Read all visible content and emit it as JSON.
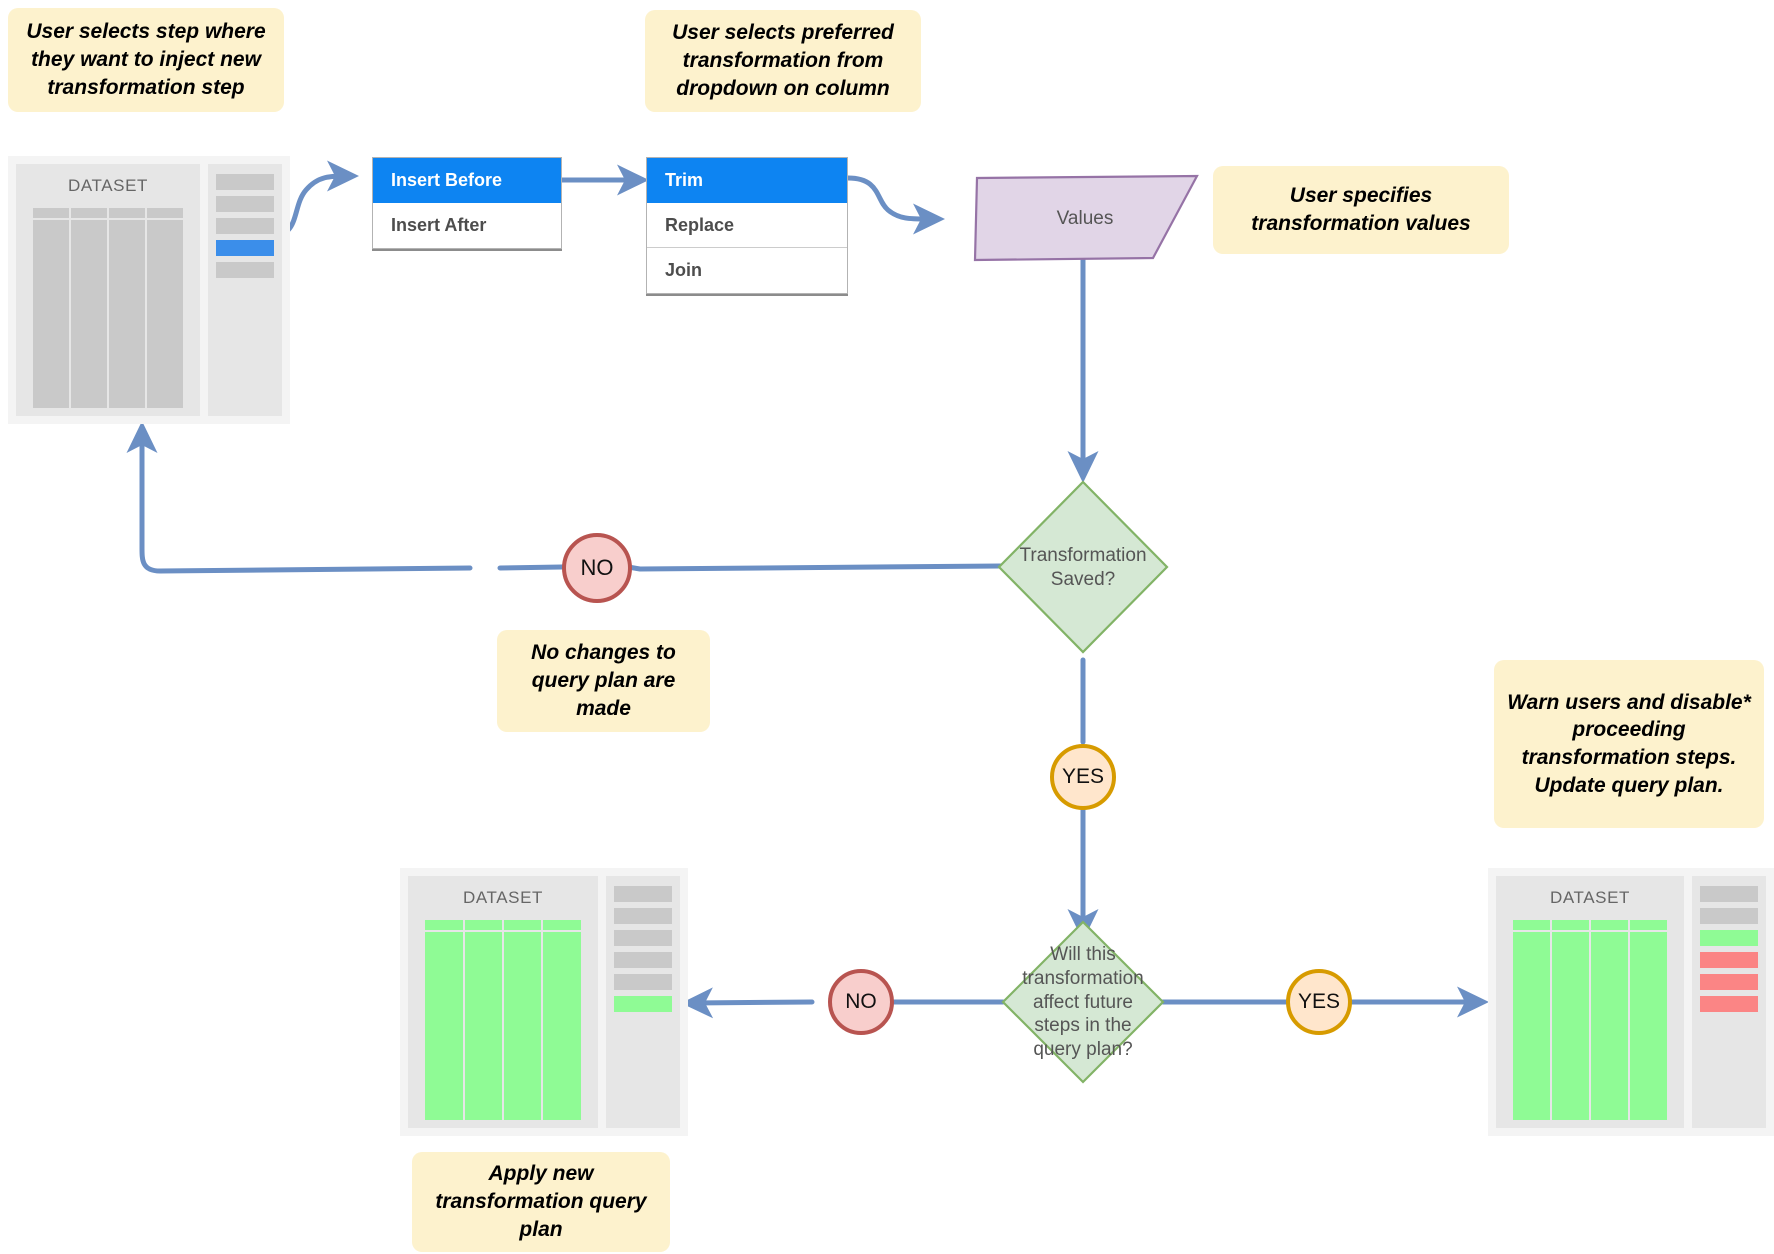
{
  "diagram": {
    "title": "Transformation step injection flow",
    "colors": {
      "note_bg": "#fdf2cd",
      "arrow": "#6b8fc4",
      "menu_selected": "#0d84f2",
      "decision_fill": "#d5e8d4",
      "decision_stroke": "#82b366",
      "data_fill": "#e1d5e7",
      "data_stroke": "#9673a6",
      "no_fill": "#f8cecc",
      "no_stroke": "#b85450",
      "yes_fill": "#ffe6cc",
      "yes_stroke": "#d79b00",
      "dataset_green": "#8ffb95",
      "dataset_red": "#fb8585",
      "dataset_gray": "#c9c9c9"
    }
  },
  "notes": {
    "select_step": "User selects step where they want to inject new transformation step",
    "select_transformation": "User selects preferred transformation from dropdown on column",
    "specify_values": "User specifies transformation values",
    "no_changes": "No changes to query plan are made",
    "warn_users": "Warn users and disable* proceeding transformation steps. Update query plan.",
    "apply_plan": "Apply new transformation query plan"
  },
  "menus": {
    "insert": {
      "name": "insert-position-menu",
      "items": [
        {
          "label": "Insert Before",
          "selected": true
        },
        {
          "label": "Insert After",
          "selected": false
        }
      ]
    },
    "transformation": {
      "name": "transformation-menu",
      "items": [
        {
          "label": "Trim",
          "selected": true
        },
        {
          "label": "Replace",
          "selected": false
        },
        {
          "label": "Join",
          "selected": false
        }
      ]
    }
  },
  "shapes": {
    "values": "Values",
    "decision_saved": "Transformation Saved?",
    "decision_future": "Will this transformation affect future steps in the query plan?"
  },
  "badges": {
    "no_top": "NO",
    "yes_mid": "YES",
    "no_bottom": "NO",
    "yes_bottom": "YES"
  },
  "datasets": {
    "source": {
      "title": "DATASET",
      "column_count": 4,
      "column_color": "#c9c9c9",
      "steps": [
        "gray",
        "gray",
        "gray",
        "blue",
        "gray"
      ]
    },
    "applied": {
      "title": "DATASET",
      "column_count": 4,
      "column_color": "#8ffb95",
      "steps": [
        "gray",
        "gray",
        "gray",
        "gray",
        "gray",
        "green"
      ]
    },
    "warned": {
      "title": "DATASET",
      "column_count": 4,
      "column_color": "#8ffb95",
      "steps": [
        "gray",
        "gray",
        "green",
        "red",
        "red",
        "red"
      ]
    }
  }
}
